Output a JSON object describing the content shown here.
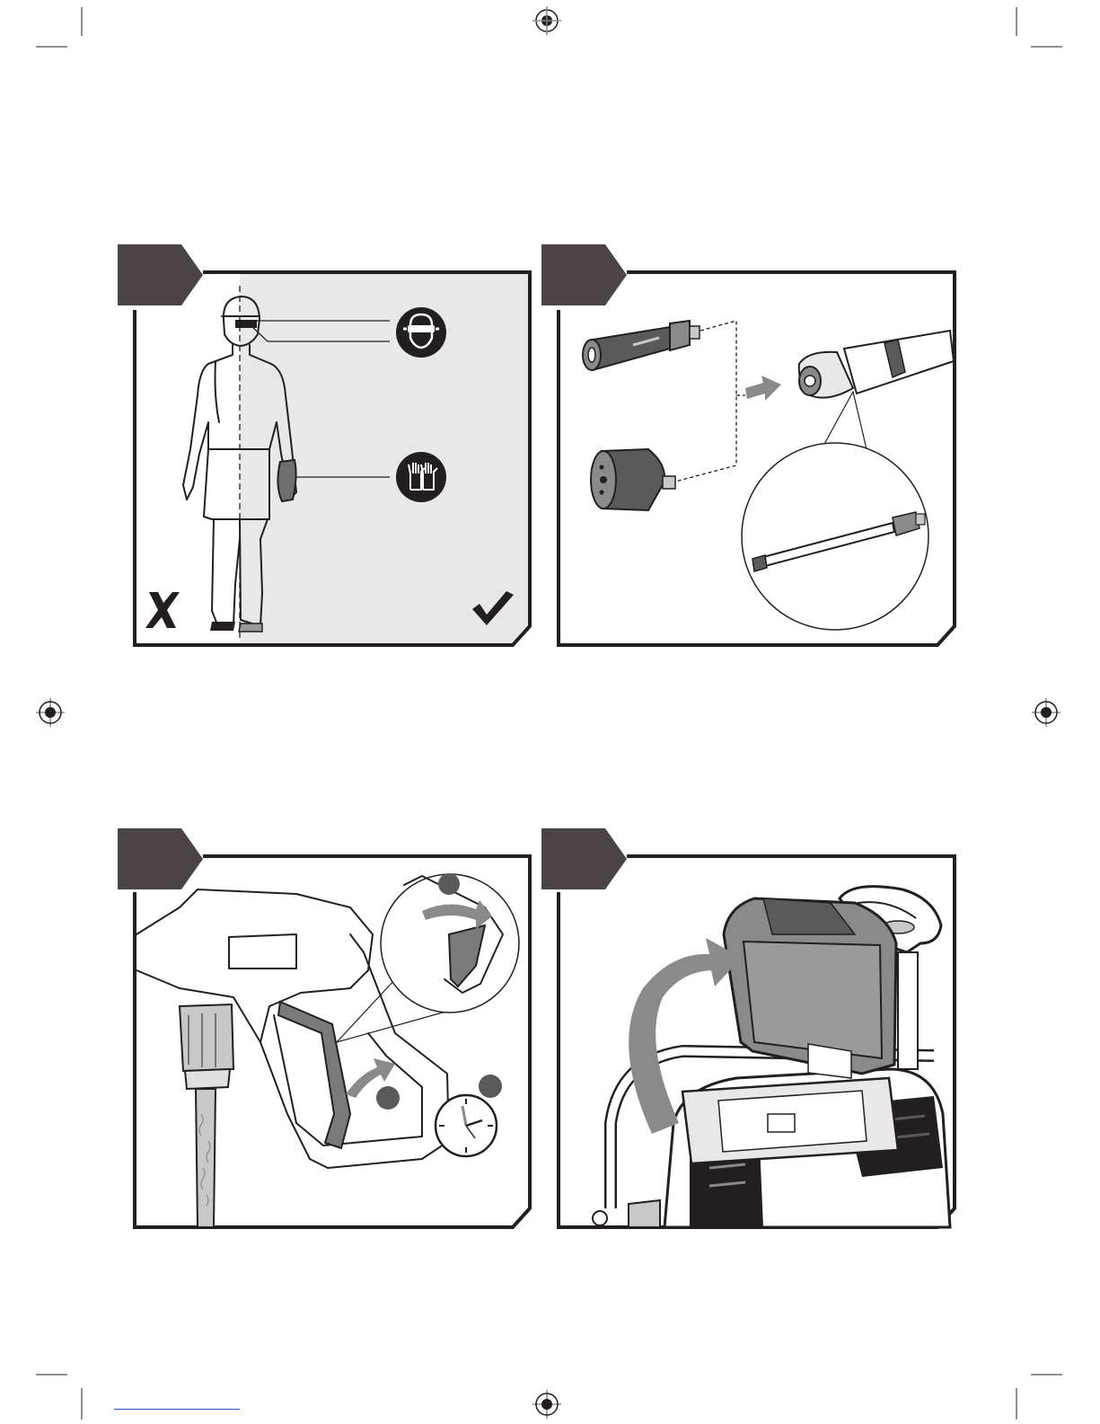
{
  "document": {
    "type": "illustrated instruction manual page",
    "colors": {
      "line": "#231f20",
      "tab": "#4a4446",
      "panel_fill": "#e8e8e8",
      "gray_dark": "#5a5a5a",
      "gray_mid": "#8a8a8a",
      "gray_light": "#c8c8c8"
    }
  },
  "panels": [
    {
      "id": "ppe",
      "icons": [
        "face-protection-icon",
        "gloves-icon",
        "cross-mark-icon",
        "check-mark-icon"
      ]
    },
    {
      "id": "nozzle-attach",
      "icons": [
        "nozzle-icon",
        "adapter-icon",
        "arrow-icon",
        "lance-icon"
      ]
    },
    {
      "id": "trigger-lock",
      "icons": [
        "spray-gun-icon",
        "rotate-arrow-icon",
        "clock-icon"
      ]
    },
    {
      "id": "open-lid",
      "icons": [
        "washer-unit-icon",
        "open-arrow-icon"
      ]
    }
  ]
}
